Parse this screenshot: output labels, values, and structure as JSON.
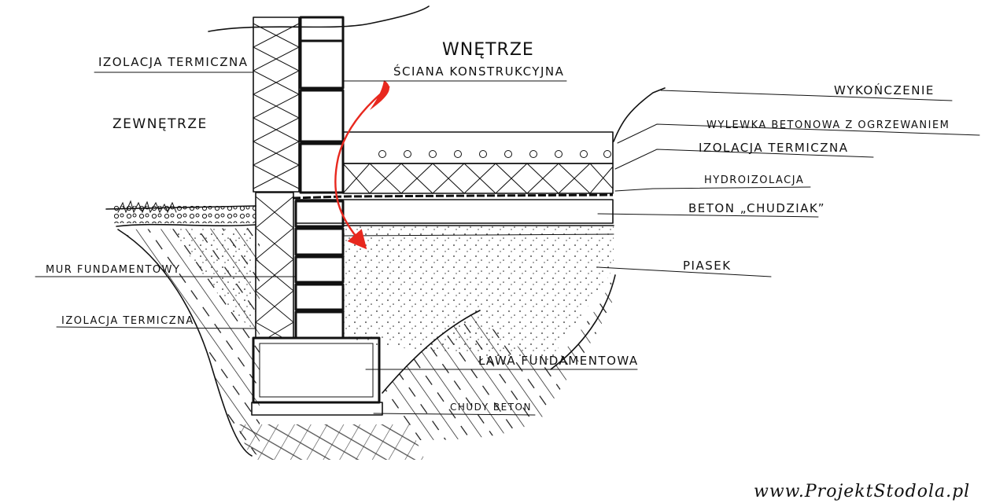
{
  "labels": {
    "interior": "WNĘTRZE",
    "exterior": "ZEWNĘTRZE",
    "thermal_insulation_top": "IZOLACJA TERMICZNA",
    "structural_wall": "ŚCIANA KONSTRUKCYJNA",
    "finish": "WYKOŃCZENIE",
    "screed_heating": "WYLEWKA BETONOWA Z OGRZEWANIEM",
    "thermal_insulation_floor": "IZOLACJA TERMICZNA",
    "waterproofing": "HYDROIZOLACJA",
    "lean_concrete": "BETON „CHUDZIAK”",
    "sand": "PIASEK",
    "foundation_wall": "MUR FUNDAMENTOWY",
    "thermal_insulation_foundation": "IZOLACJA TERMICZNA",
    "footing": "ŁAWA FUNDAMENTOWA",
    "lean_concrete_bottom": "CHUDY BETON"
  },
  "watermark": "www.ProjektStodola.pl",
  "colors": {
    "ink": "#111111",
    "heat_arrow": "#e8281e",
    "background": "#ffffff"
  }
}
